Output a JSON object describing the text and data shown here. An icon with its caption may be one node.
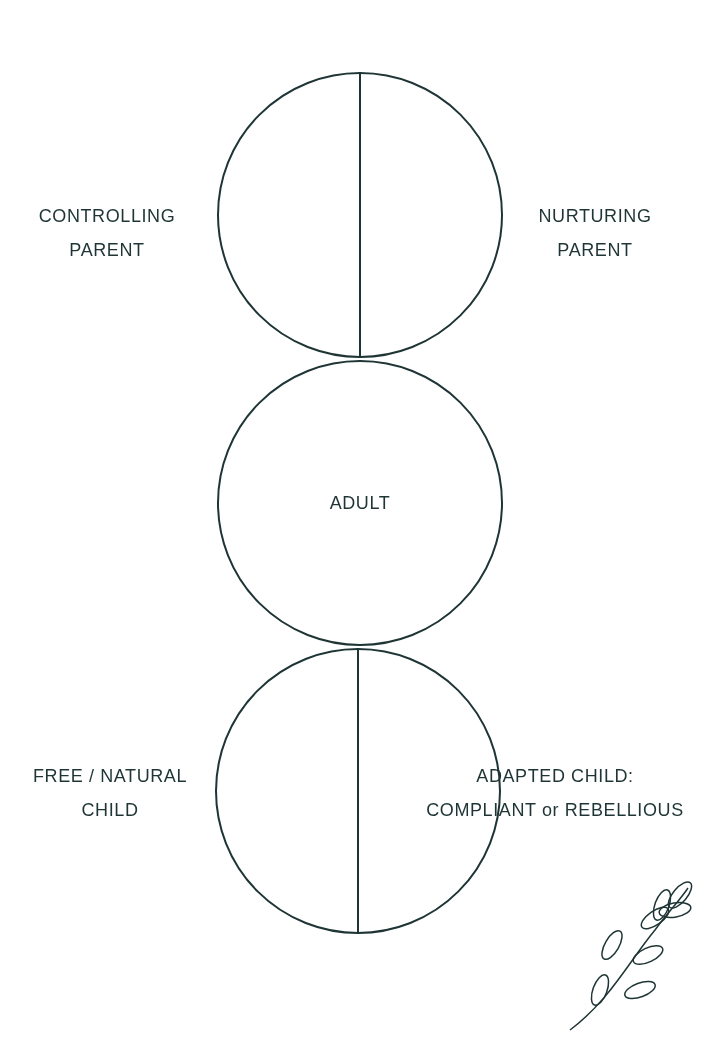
{
  "diagram": {
    "nodes": [
      {
        "text": [
          "CONTROLLING PARENT",
          "NURTURING PARENT"
        ]
      },
      {
        "text": [
          "ADULT"
        ]
      },
      {
        "text": [
          "FREE / NATURAL CHILD",
          "ADAPTED CHILD: COMPLIANT or REBELLIOUS"
        ]
      }
    ]
  }
}
